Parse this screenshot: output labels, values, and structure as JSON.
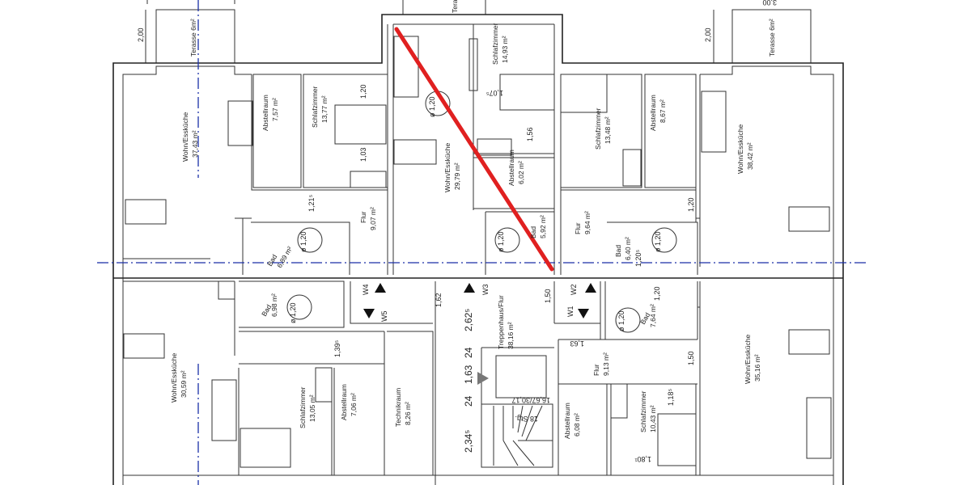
{
  "rooms": {
    "tl_wohn": {
      "name": "Wohn/Essküche",
      "area": "37,43 m²"
    },
    "tl_abstell": {
      "name": "Abstellraum",
      "area": "7,57 m²"
    },
    "tl_schlaf": {
      "name": "Schlafzimmer",
      "area": "13,77 m²"
    },
    "tl_flur": {
      "name": "Flur",
      "area": "9,07 m²"
    },
    "tl_bad": {
      "name": "Bad",
      "area": "6,89 m²"
    },
    "tc_wohn": {
      "name": "Wohn/Essküche",
      "area": "29,79 m²"
    },
    "tc_schlaf": {
      "name": "Schlafzimmer",
      "area": "14,93 m²"
    },
    "tc_abstell": {
      "name": "Abstellraum",
      "area": "6,02 m²"
    },
    "tc_bad": {
      "name": "Bad",
      "area": "5,92 m²"
    },
    "tr_schlaf": {
      "name": "Schlafzimmer",
      "area": "13,48 m²"
    },
    "tr_abstell": {
      "name": "Abstellraum",
      "area": "8,67 m²"
    },
    "tr_wohn": {
      "name": "Wohn/Essküche",
      "area": "38,42 m²"
    },
    "tr_flur": {
      "name": "Flur",
      "area": "9,64 m²"
    },
    "tr_bad": {
      "name": "Bad",
      "area": "6,40 m²"
    },
    "bl_wohn": {
      "name": "Wohn/Essküche",
      "area": "30,59 m²"
    },
    "bl_bad": {
      "name": "Bad",
      "area": "6,98 m²"
    },
    "bl_schlaf": {
      "name": "Schlafzimmer",
      "area": "13,05 m²"
    },
    "bl_abstell": {
      "name": "Abstellraum",
      "area": "7,06 m²"
    },
    "bl_technik": {
      "name": "Technikraum",
      "area": "8,26 m²"
    },
    "bc_treppe": {
      "name": "Treppenhaus/Flur",
      "area": "38,16 m²"
    },
    "br_flur": {
      "name": "Flur",
      "area": "9,13 m²"
    },
    "br_bad": {
      "name": "Bad",
      "area": "7,64 m²"
    },
    "br_abstell": {
      "name": "Abstellraum",
      "area": "6,08 m²"
    },
    "br_schlaf": {
      "name": "Schlafzimmer",
      "area": "10,43 m²"
    },
    "br_wohn": {
      "name": "Wohn/Essküche",
      "area": "35,16 m²"
    }
  },
  "terraces": {
    "left": "Terasse 6m²",
    "right": "Terasse 6m²",
    "center": "Tera"
  },
  "dimensions": {
    "terrace_depth_left": "2,00",
    "terrace_depth_right": "2,00",
    "terrace_width": "3,00",
    "tl_120": "1,20",
    "tl_103": "1,03",
    "tl_121": "1,21⁵",
    "tl_turn": "ø 1,20",
    "tc_turn": "ø 1,20",
    "tc_107": "1,07⁵",
    "tc_156": "1,56",
    "tc_bad_turn": "ø 1,20",
    "tr_120": "1,20",
    "tr_turn": "ø 1,20",
    "tr_120b": "1,20⁵",
    "bl_turn": "ø 1,20",
    "bl_139": "1,39⁵",
    "c_162": "1,62",
    "c_2625": "2,62⁵",
    "c_24a": "24",
    "c_163": "1,63",
    "c_24b": "24",
    "c_2345": "2,34⁵",
    "c_150": "1,50",
    "stairs": "18 Stg.",
    "stairs_ratio": "16,67/30,17",
    "br_turn": "ø 1,20",
    "br_120": "1,20",
    "br_163": "1,63",
    "br_150": "1,50",
    "br_118": "1,18⁵",
    "br_180": "1,80¹"
  },
  "wall_markers": [
    "W1",
    "W2",
    "W3",
    "W4",
    "W5"
  ],
  "colors": {
    "wall": "#222222",
    "axis": "#1a2fa8",
    "markup_line": "#e02020"
  }
}
